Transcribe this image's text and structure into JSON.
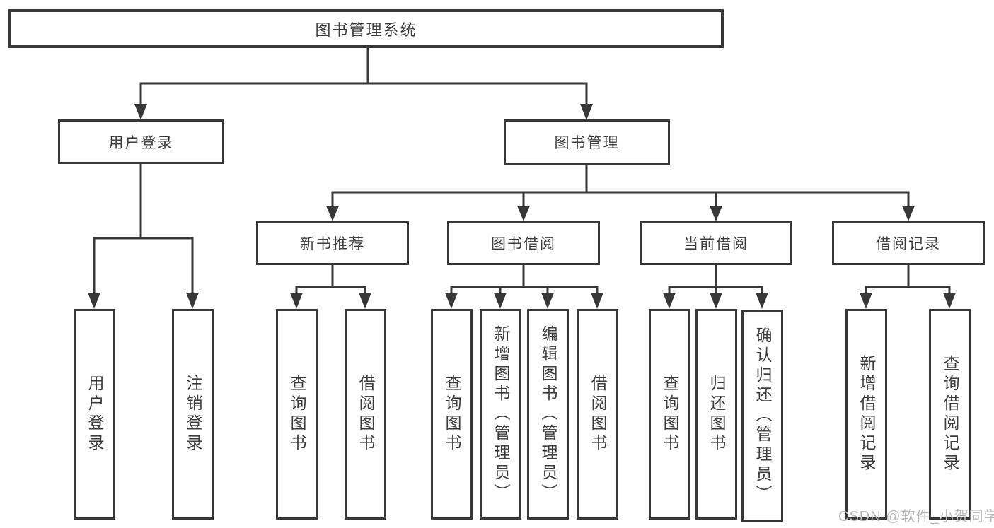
{
  "diagram": {
    "tree": {
      "root": {
        "label": "图书管理系统",
        "children": [
          {
            "label": "用户登录",
            "children": [
              {
                "label": "用户登录"
              },
              {
                "label": "注销登录"
              }
            ]
          },
          {
            "label": "图书管理",
            "children": [
              {
                "label": "新书推荐",
                "children": [
                  {
                    "label": "查询图书"
                  },
                  {
                    "label": "借阅图书"
                  }
                ]
              },
              {
                "label": "图书借阅",
                "children": [
                  {
                    "label": "查询图书"
                  },
                  {
                    "label": "新增图书（管理员）"
                  },
                  {
                    "label": "编辑图书（管理员）"
                  },
                  {
                    "label": "借阅图书"
                  }
                ]
              },
              {
                "label": "当前借阅",
                "children": [
                  {
                    "label": "查询图书"
                  },
                  {
                    "label": "归还图书"
                  },
                  {
                    "label": "确认归还（管理员）"
                  }
                ]
              },
              {
                "label": "借阅记录",
                "children": [
                  {
                    "label": "新增借阅记录"
                  },
                  {
                    "label": "查询借阅记录"
                  }
                ]
              }
            ]
          }
        ]
      }
    },
    "colors": {
      "line": "#383838",
      "text": "#3d3d3d",
      "background": "#ffffff",
      "watermark": "#b8b8b8"
    }
  },
  "watermark": {
    "text": "CSDN @软件_小贺同学"
  }
}
